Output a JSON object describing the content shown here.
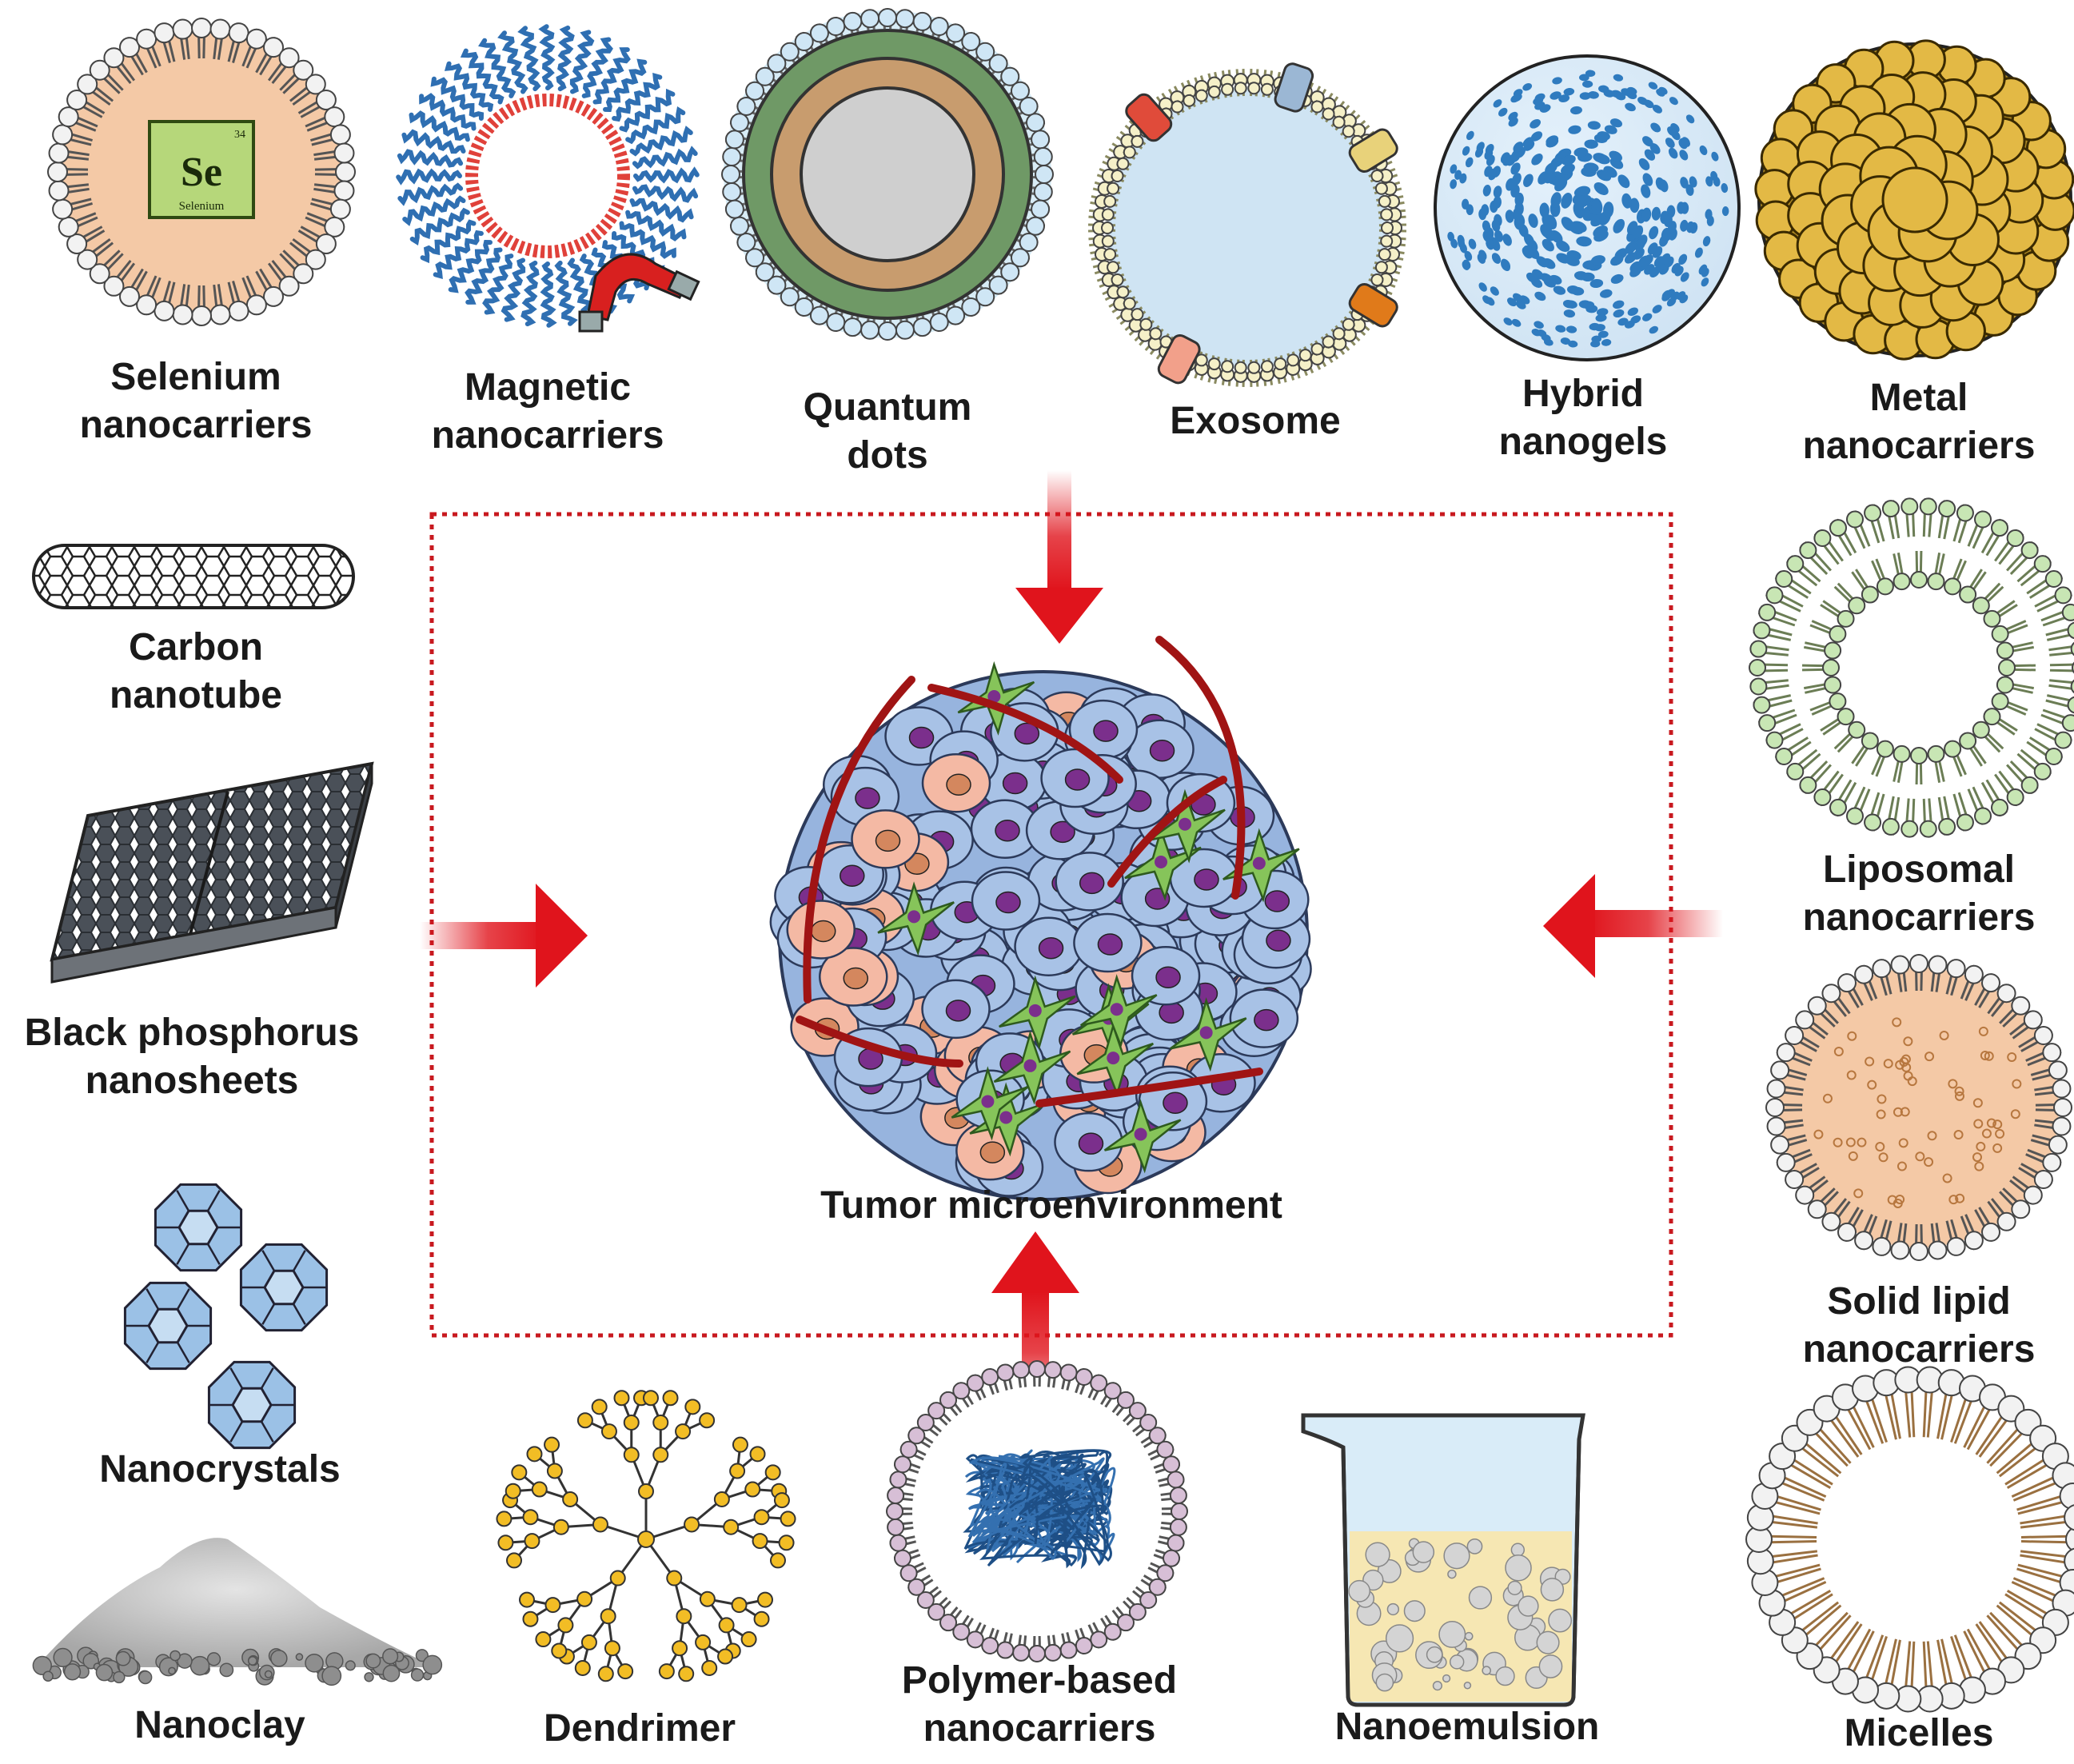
{
  "center": {
    "label": "Tumor microenvironment"
  },
  "selenium_tile": {
    "symbol": "Se",
    "number": "34",
    "name": "Selenium"
  },
  "nanocarriers": [
    {
      "id": "selenium",
      "lines": [
        "Selenium",
        "nanocarriers"
      ]
    },
    {
      "id": "magnetic",
      "lines": [
        "Magnetic",
        "nanocarriers"
      ]
    },
    {
      "id": "quantum",
      "lines": [
        "Quantum",
        "dots"
      ]
    },
    {
      "id": "exosome",
      "lines": [
        "Exosome"
      ]
    },
    {
      "id": "nanogels",
      "lines": [
        "Hybrid",
        "nanogels"
      ]
    },
    {
      "id": "metal",
      "lines": [
        "Metal",
        "nanocarriers"
      ]
    },
    {
      "id": "carbon",
      "lines": [
        "Carbon",
        "nanotube"
      ]
    },
    {
      "id": "phosphorus",
      "lines": [
        "Black phosphorus",
        "nanosheets"
      ]
    },
    {
      "id": "nanocrystals",
      "lines": [
        "Nanocrystals"
      ]
    },
    {
      "id": "nanoclay",
      "lines": [
        "Nanoclay"
      ]
    },
    {
      "id": "dendrimer",
      "lines": [
        "Dendrimer"
      ]
    },
    {
      "id": "polymer",
      "lines": [
        "Polymer-based",
        "nanocarriers"
      ]
    },
    {
      "id": "nanoemulsion",
      "lines": [
        "Nanoemulsion"
      ]
    },
    {
      "id": "liposomal",
      "lines": [
        "Liposomal",
        "nanocarriers"
      ]
    },
    {
      "id": "solidlipid",
      "lines": [
        "Solid lipid",
        "nanocarriers"
      ]
    },
    {
      "id": "micelles",
      "lines": [
        "Micelles"
      ]
    }
  ],
  "colors": {
    "arrow": "#e0141c",
    "frame": "#c8191f",
    "vessel": "#a01414",
    "cancer_cell": "#a8c2e6",
    "nucleus": "#7b2f8c",
    "fibroblast": "#86c45a",
    "pink_cell": "#f4b9a4",
    "metal": "#e3b945",
    "dendrimer_node": "#f2bd25"
  }
}
